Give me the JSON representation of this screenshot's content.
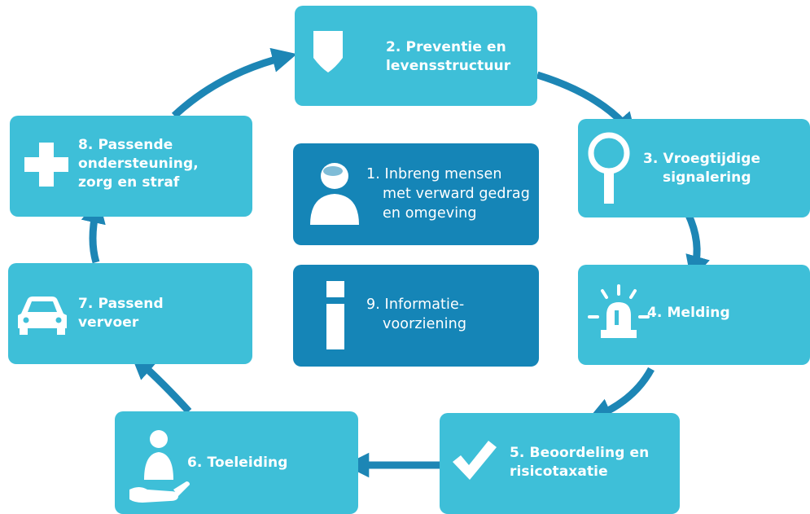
{
  "steps": [
    {
      "id": "step-1",
      "lines": [
        "1. Inbreng mensen",
        "met verward gedrag",
        "en omgeving"
      ],
      "icon": "person-icon"
    },
    {
      "id": "step-2",
      "lines": [
        "2. Preventie en",
        "levensstructuur"
      ],
      "icon": "shield-icon"
    },
    {
      "id": "step-3",
      "lines": [
        "3. Vroegtijdige",
        "signalering"
      ],
      "icon": "magnifier-icon"
    },
    {
      "id": "step-4",
      "lines": [
        "4. Melding"
      ],
      "icon": "siren-icon"
    },
    {
      "id": "step-5",
      "lines": [
        "5. Beoordeling en",
        "risicotaxatie"
      ],
      "icon": "checkmark-icon"
    },
    {
      "id": "step-6",
      "lines": [
        "6. Toeleiding"
      ],
      "icon": "person-in-hand-icon"
    },
    {
      "id": "step-7",
      "lines": [
        "7. Passend",
        "vervoer"
      ],
      "icon": "car-icon"
    },
    {
      "id": "step-8",
      "lines": [
        "8. Passende",
        "ondersteuning,",
        "zorg en straf"
      ],
      "icon": "plus-icon"
    },
    {
      "id": "step-9",
      "lines": [
        "9. Informatie-",
        "voorziening"
      ],
      "icon": "info-icon"
    }
  ],
  "colors": {
    "box_light": "#3ebfd8",
    "box_dark": "#1585b7",
    "arrow": "#1d86b5",
    "text": "#ffffff"
  }
}
